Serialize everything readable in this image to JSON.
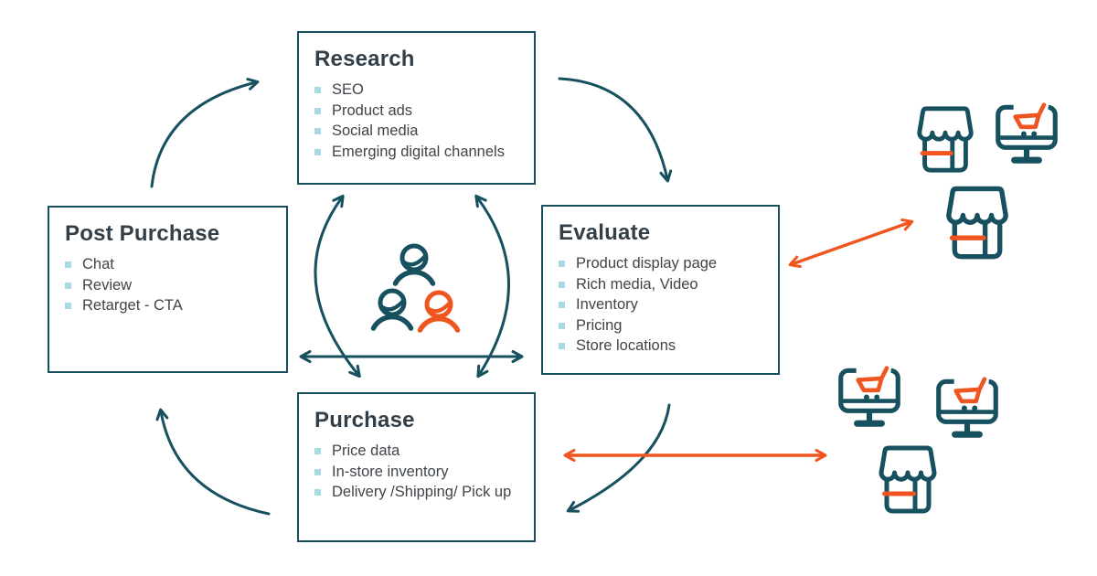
{
  "colors": {
    "teal": "#17505F",
    "orange": "#F0551F",
    "bullet": "#A7DAE2",
    "title": "#333F48",
    "body": "#3F4449",
    "bg": "#FFFFFF"
  },
  "boxes": {
    "research": {
      "title": "Research",
      "items": [
        "SEO",
        "Product ads",
        "Social media",
        "Emerging digital channels"
      ]
    },
    "evaluate": {
      "title": "Evaluate",
      "items": [
        "Product display page",
        "Rich media, Video",
        "Inventory",
        "Pricing",
        "Store locations"
      ]
    },
    "purchase": {
      "title": "Purchase",
      "items": [
        "Price data",
        "In-store inventory",
        "Delivery /Shipping/ Pick up"
      ]
    },
    "post_purchase": {
      "title": "Post Purchase",
      "items": [
        "Chat",
        "Review",
        "Retarget - CTA"
      ]
    }
  },
  "icons": {
    "center": "customer-group-icon",
    "storefront": "storefront-icon",
    "online_store": "monitor-cart-icon"
  },
  "connections": {
    "cycle": [
      "Post Purchase → Research",
      "Research → Evaluate",
      "Evaluate → Purchase",
      "Purchase → Post Purchase"
    ],
    "center_bidirectional": [
      "Research ↔ Purchase (left arc)",
      "Research ↔ Purchase (right arc)",
      "Post Purchase ↔ Evaluate"
    ],
    "external_bidirectional": [
      "Evaluate ↔ retail channels (top)",
      "Purchase ↔ retail channels (bottom)"
    ]
  }
}
